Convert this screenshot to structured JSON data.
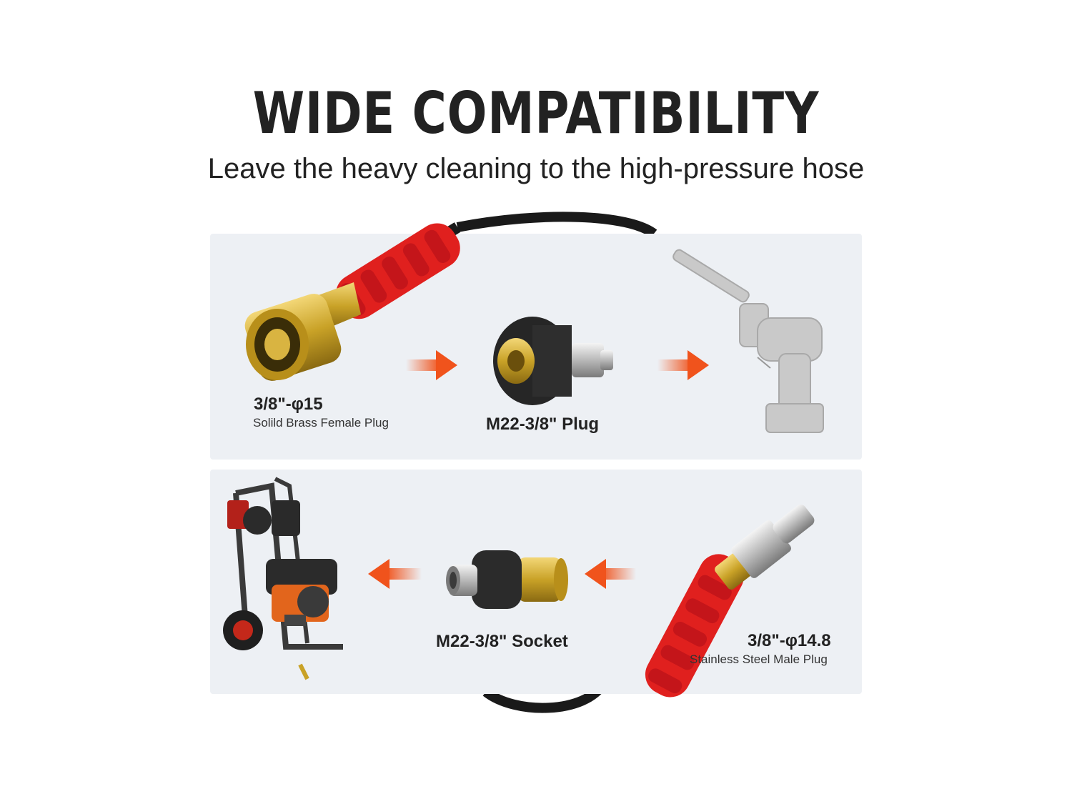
{
  "header": {
    "title": "WIDE COMPATIBILITY",
    "subtitle": "Leave the heavy cleaning to the high-pressure hose"
  },
  "top_row": {
    "female_plug": {
      "spec": "3/8\"-φ15",
      "description": "Solild Brass Female Plug"
    },
    "adapter": {
      "name": "M22-3/8\" Plug"
    }
  },
  "bottom_row": {
    "male_plug": {
      "spec": "3/8\"-φ14.8",
      "description": "Stainless Steel Male Plug"
    },
    "adapter": {
      "name": "M22-3/8\" Socket"
    }
  },
  "colors": {
    "panel": "#edf0f4",
    "arrow": "#f0531c",
    "hose_sleeve": "#e0201e",
    "brass": "#c9a227",
    "hose": "#1a1a1a"
  },
  "icons": [
    "female-brass-coupler",
    "m22-plug-adapter",
    "cordless-pressure-washer-gun",
    "gas-pressure-washer",
    "m22-socket-adapter",
    "male-steel-plug"
  ]
}
